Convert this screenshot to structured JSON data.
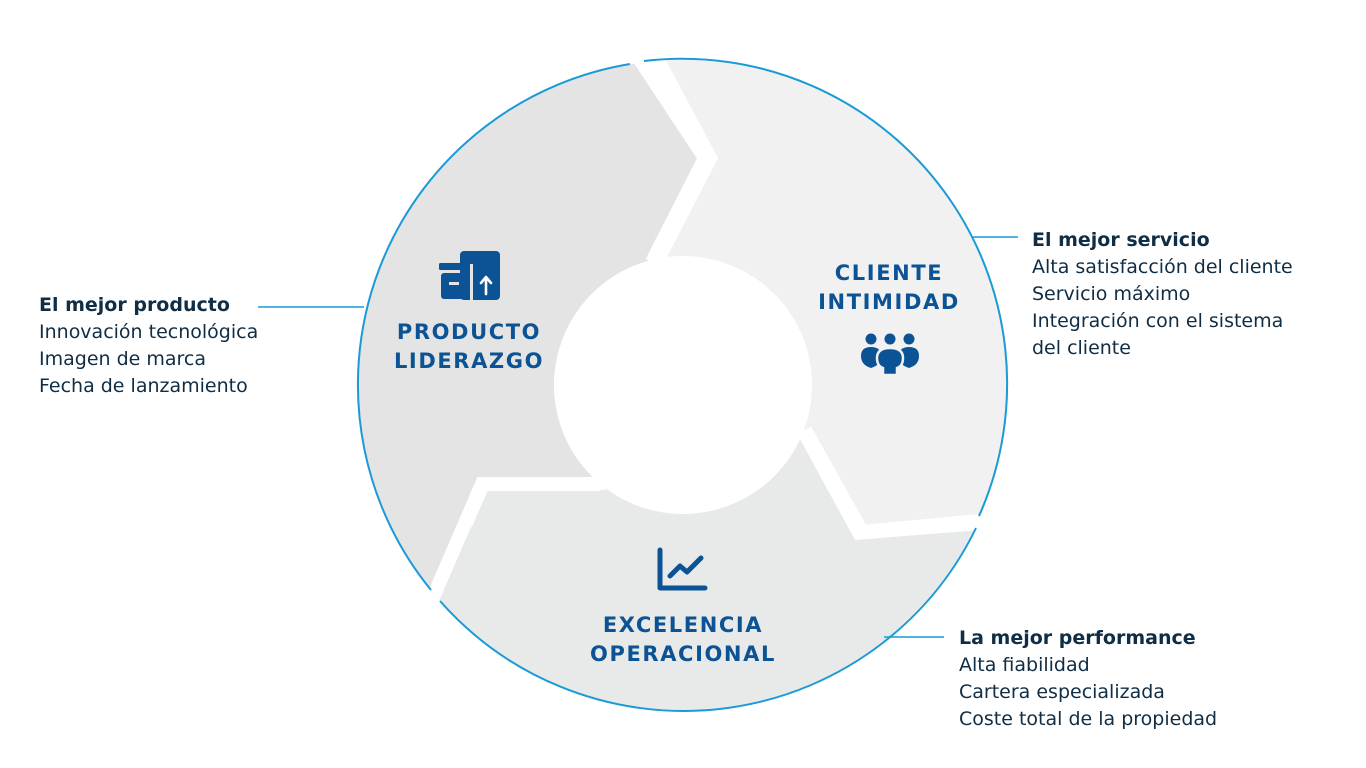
{
  "colors": {
    "accent_blue": "#0b5394",
    "ring_outline": "#1a9ad6",
    "segment_producto": "#e4e4e5",
    "segment_cliente": "#f1f1f1",
    "segment_excelencia": "#e8e9e9",
    "text_dark": "#0f2d44"
  },
  "segments": {
    "producto": {
      "line1": "PRODUCTO",
      "line2": "LIDERAZGO",
      "icon": "box-upload-icon"
    },
    "cliente": {
      "line1": "CLIENTE",
      "line2": "INTIMIDAD",
      "icon": "group-people-icon"
    },
    "excelencia": {
      "line1": "EXCELENCIA",
      "line2": "OPERACIONAL",
      "icon": "line-chart-icon"
    }
  },
  "notes": {
    "producto": {
      "title": "El mejor producto",
      "items": [
        "Innovación tecnológica",
        "Imagen de marca",
        "Fecha de lanzamiento"
      ]
    },
    "cliente": {
      "title": "El mejor servicio",
      "items": [
        "Alta satisfacción del cliente",
        "Servicio máximo",
        "Integración con el sistema",
        "del cliente"
      ]
    },
    "excelencia": {
      "title": "La mejor performance",
      "items": [
        "Alta fiabilidad",
        "Cartera especializada",
        "Coste total de la propiedad"
      ]
    }
  }
}
